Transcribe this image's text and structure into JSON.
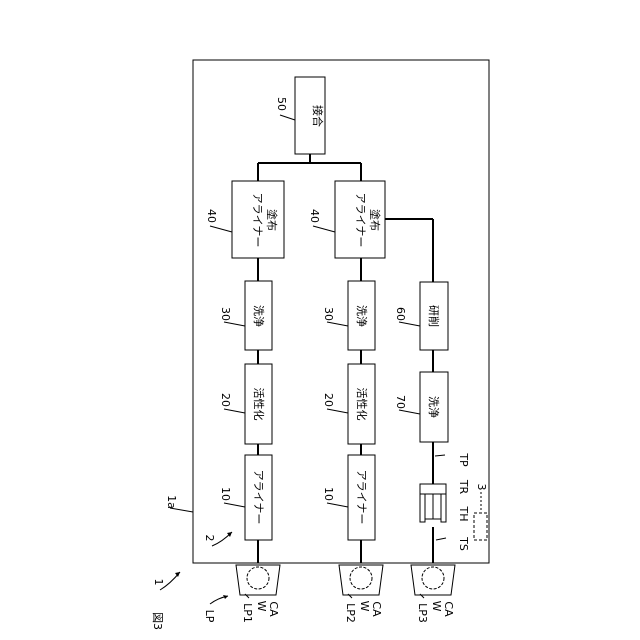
{
  "figure": {
    "fig_label": "図3",
    "system_ref": "1",
    "frame_ref": "1a",
    "group_ref": "2",
    "lp_ref": "LP",
    "ref_3": "3"
  },
  "modules": {
    "bonding": {
      "ref": "50",
      "label": "接合"
    },
    "aligner_coat": {
      "ref": "40",
      "label1": "アライナー",
      "label2": "塗布"
    },
    "cleaning": {
      "ref": "30",
      "label": "洗浄"
    },
    "activation": {
      "ref": "20",
      "label": "活性化"
    },
    "aligner": {
      "ref": "10",
      "label": "アライナー"
    },
    "grinding": {
      "ref": "60",
      "label": "研削"
    },
    "cleaning2": {
      "ref": "70",
      "label": "洗浄"
    }
  },
  "stage_labels": {
    "tp": "TP",
    "tr": "TR",
    "th": "TH",
    "ts": "TS"
  },
  "load_ports": [
    {
      "name": "LP1",
      "w": "W",
      "ca": "CA"
    },
    {
      "name": "LP2",
      "w": "W",
      "ca": "CA"
    },
    {
      "name": "LP3",
      "w": "W",
      "ca": "CA"
    }
  ]
}
